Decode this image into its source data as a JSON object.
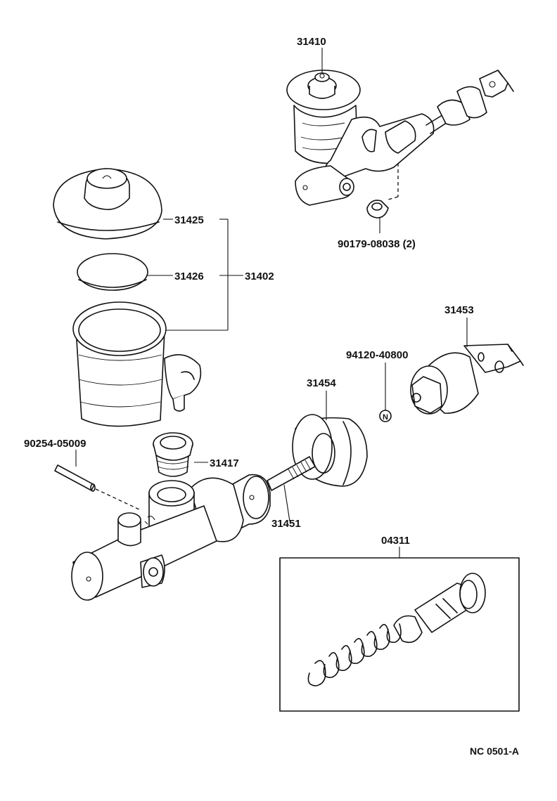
{
  "diagram": {
    "drawing_code": "NC 0501-A",
    "parts": {
      "p31410": "31410",
      "p90179": "90179-08038 (2)",
      "p31425": "31425",
      "p31426": "31426",
      "p31402": "31402",
      "p31453": "31453",
      "p94120": "94120-40800",
      "p31454": "31454",
      "p90254": "90254-05009",
      "p31417": "31417",
      "p31451": "31451",
      "p04311": "04311"
    }
  }
}
